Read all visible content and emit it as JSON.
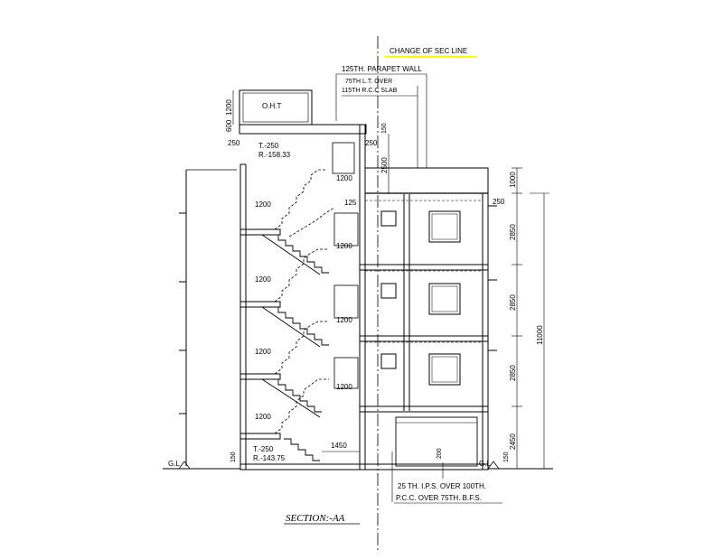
{
  "notes": {
    "change_of_sec_line": "CHANGE OF SEC LINE",
    "parapet_wall": "125TH. PARAPET WALL",
    "lintel_line1": "75TH L.T. OVER",
    "lintel_line2": "115TH R.C.C SLAB",
    "oht": "O.H.T",
    "floor_note_line1": "25 TH. I.P.S. OVER 100TH.",
    "floor_note_line2": "P.C.C. OVER 75TH. B.F.S.",
    "gl_left": "G.L",
    "gl_right": "G.L"
  },
  "stair_labels": {
    "top_t": "T.-250",
    "top_r": "R.-158.33",
    "bottom_t": "T.-250",
    "bottom_r": "R.-143.75"
  },
  "dimensions": {
    "oht_height": "1200",
    "oht_base": "600",
    "left_250": "250",
    "mid_250": "250",
    "right_250": "250",
    "top_150": "150",
    "stair_headroom": "2500",
    "landing": "1200",
    "offset_125": "125",
    "floor_1000": "1000",
    "floor_2850_a": "2850",
    "floor_2850_b": "2850",
    "floor_2850_c": "2850",
    "floor_2450": "2450",
    "total_11000": "11000",
    "plinth_left_150": "150",
    "plinth_right_150": "150",
    "first_flight_1450": "1450",
    "floor_200": "200"
  },
  "section_title": "SECTION:-AA",
  "colors": {
    "line": "#000000",
    "highlight": "#ffff00"
  }
}
